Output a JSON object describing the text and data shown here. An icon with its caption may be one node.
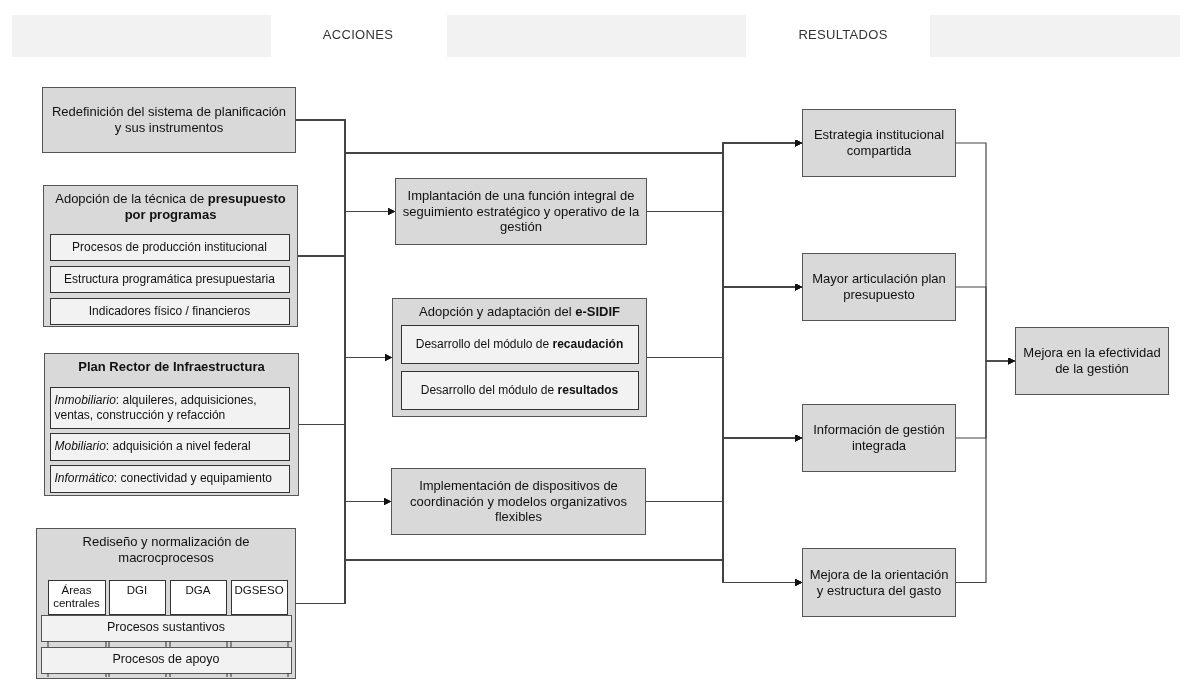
{
  "diagram": {
    "nodes": [
      {
        "text": [
          "Redefinición del sistema de planificación y sus instrumentos"
        ]
      },
      {
        "text": [
          "Adopción de la técnica de **presupuesto por programas**"
        ]
      },
      {
        "text": [
          "Procesos de producción institucional"
        ],
        "in": 1
      },
      {
        "text": [
          "Estructura programática presupuestaria"
        ],
        "in": 1
      },
      {
        "text": [
          "Indicadores físico / financieros"
        ],
        "in": 1
      },
      {
        "text": [
          "Plan Rector de Infraestructura"
        ]
      },
      {
        "text": [
          "*Inmobiliario*: alquileres, adquisiciones, ventas, construcción y refacción"
        ],
        "in": 5
      },
      {
        "text": [
          "*Mobiliario*: adquisición a nivel federal"
        ],
        "in": 5
      },
      {
        "text": [
          "*Informático*: conectividad y equipamiento"
        ],
        "in": 5
      },
      {
        "text": [
          "Rediseño y normalización de macrocprocesos"
        ]
      },
      {
        "text": [
          "Áreas centrales"
        ],
        "in": 9
      },
      {
        "text": [
          "DGI"
        ],
        "in": 9
      },
      {
        "text": [
          "DGA"
        ],
        "in": 9
      },
      {
        "text": [
          "DGSESO"
        ],
        "in": 9
      },
      {
        "text": [
          "Procesos sustantivos"
        ],
        "in": 9
      },
      {
        "text": [
          "Procesos de apoyo"
        ],
        "in": 9
      },
      {
        "text": [
          "Implantación de una función integral de seguimiento estratégico y operativo de la gestión"
        ]
      },
      {
        "text": [
          "Adopción y adaptación del **e-SIDIF**"
        ]
      },
      {
        "text": [
          "Desarrollo del módulo de **recaudación**"
        ],
        "in": 17
      },
      {
        "text": [
          "Desarrollo del módulo de **resultados**"
        ],
        "in": 17
      },
      {
        "text": [
          "Implementación de dispositivos de coordinación y modelos organizativos flexibles"
        ]
      },
      {
        "text": [
          "Estrategia institucional compartida"
        ]
      },
      {
        "text": [
          "Mayor articulación plan presupuesto"
        ]
      },
      {
        "text": [
          "Información de gestión integrada"
        ]
      },
      {
        "text": [
          "Mejora de la orientación y estructura del gasto"
        ]
      },
      {
        "text": [
          "Mejora en la efectividad de la gestión"
        ]
      }
    ],
    "edges": [
      {
        "from": 0,
        "to": 16,
        "arrow": "to"
      },
      {
        "from": 0,
        "to": 17,
        "arrow": "to"
      },
      {
        "from": 0,
        "to": 20,
        "arrow": "to"
      },
      {
        "from": 1,
        "to": 16,
        "arrow": "to"
      },
      {
        "from": 1,
        "to": 17,
        "arrow": "to"
      },
      {
        "from": 1,
        "to": 20,
        "arrow": "to"
      },
      {
        "from": 5,
        "to": 16,
        "arrow": "to"
      },
      {
        "from": 5,
        "to": 17,
        "arrow": "to"
      },
      {
        "from": 5,
        "to": 20,
        "arrow": "to"
      },
      {
        "from": 9,
        "to": 16,
        "arrow": "to"
      },
      {
        "from": 9,
        "to": 17,
        "arrow": "to"
      },
      {
        "from": 9,
        "to": 20,
        "arrow": "to"
      },
      {
        "from": 0,
        "to": 21,
        "arrow": "to"
      },
      {
        "from": 0,
        "to": 22,
        "arrow": "to"
      },
      {
        "from": 0,
        "to": 23,
        "arrow": "to"
      },
      {
        "from": 0,
        "to": 24,
        "arrow": "to"
      },
      {
        "from": 1,
        "to": 21,
        "arrow": "to"
      },
      {
        "from": 1,
        "to": 22,
        "arrow": "to"
      },
      {
        "from": 1,
        "to": 23,
        "arrow": "to"
      },
      {
        "from": 1,
        "to": 24,
        "arrow": "to"
      },
      {
        "from": 5,
        "to": 21,
        "arrow": "to"
      },
      {
        "from": 5,
        "to": 22,
        "arrow": "to"
      },
      {
        "from": 5,
        "to": 23,
        "arrow": "to"
      },
      {
        "from": 5,
        "to": 24,
        "arrow": "to"
      },
      {
        "from": 9,
        "to": 21,
        "arrow": "to"
      },
      {
        "from": 9,
        "to": 22,
        "arrow": "to"
      },
      {
        "from": 9,
        "to": 23,
        "arrow": "to"
      },
      {
        "from": 9,
        "to": 24,
        "arrow": "to"
      },
      {
        "from": 16,
        "to": 21,
        "arrow": "to"
      },
      {
        "from": 16,
        "to": 22,
        "arrow": "to"
      },
      {
        "from": 16,
        "to": 23,
        "arrow": "to"
      },
      {
        "from": 16,
        "to": 24,
        "arrow": "to"
      },
      {
        "from": 17,
        "to": 21,
        "arrow": "to"
      },
      {
        "from": 17,
        "to": 22,
        "arrow": "to"
      },
      {
        "from": 17,
        "to": 23,
        "arrow": "to"
      },
      {
        "from": 17,
        "to": 24,
        "arrow": "to"
      },
      {
        "from": 20,
        "to": 21,
        "arrow": "to"
      },
      {
        "from": 20,
        "to": 22,
        "arrow": "to"
      },
      {
        "from": 20,
        "to": 23,
        "arrow": "to"
      },
      {
        "from": 20,
        "to": 24,
        "arrow": "to"
      },
      {
        "from": 21,
        "to": 25,
        "arrow": "to"
      },
      {
        "from": 22,
        "to": 25,
        "arrow": "to"
      },
      {
        "from": 23,
        "to": 25,
        "arrow": "to"
      },
      {
        "from": 24,
        "to": 25,
        "arrow": "to"
      }
    ],
    "labels": [
      "ACCIONES",
      "RESULTADOS"
    ]
  }
}
